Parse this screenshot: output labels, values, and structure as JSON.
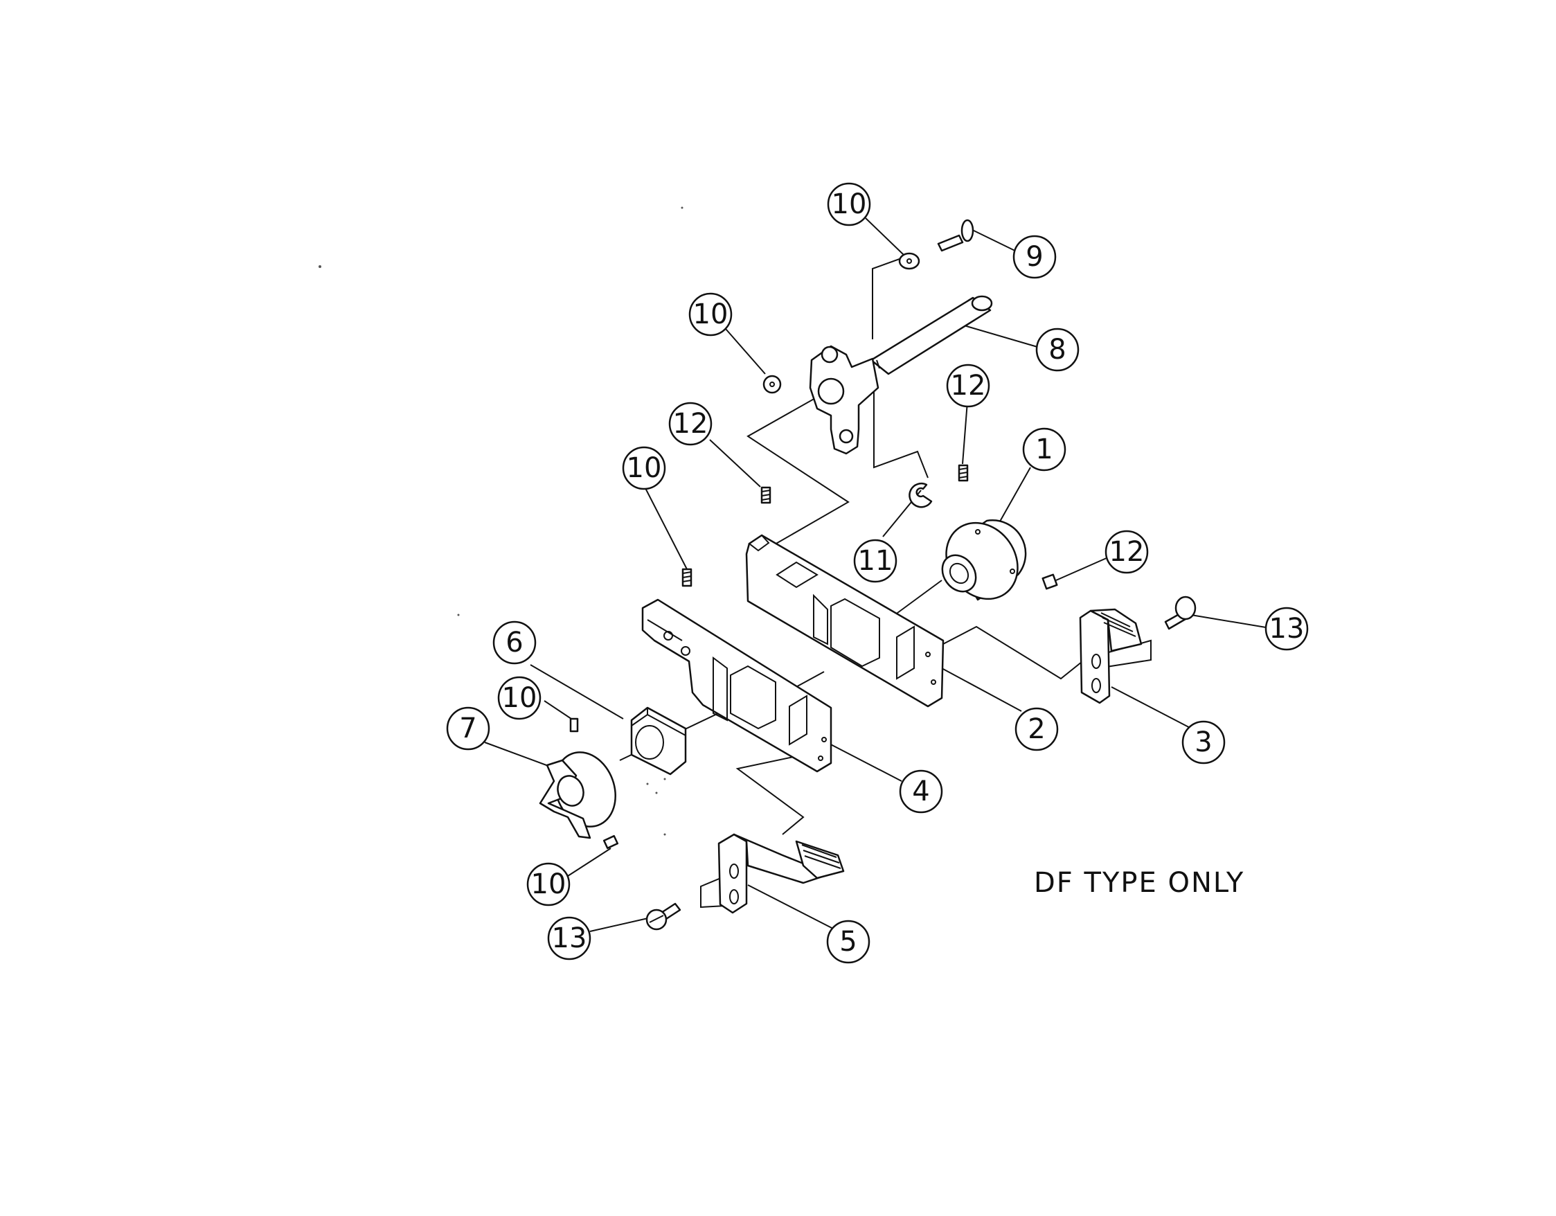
{
  "diagram": {
    "note": "DF TYPE ONLY",
    "callouts": [
      {
        "id": "c1",
        "label": "1"
      },
      {
        "id": "c2",
        "label": "2"
      },
      {
        "id": "c3",
        "label": "3"
      },
      {
        "id": "c4",
        "label": "4"
      },
      {
        "id": "c5",
        "label": "5"
      },
      {
        "id": "c6",
        "label": "6"
      },
      {
        "id": "c7",
        "label": "7"
      },
      {
        "id": "c8",
        "label": "8"
      },
      {
        "id": "c9",
        "label": "9"
      },
      {
        "id": "c10a",
        "label": "10"
      },
      {
        "id": "c10b",
        "label": "10"
      },
      {
        "id": "c10c",
        "label": "10"
      },
      {
        "id": "c10d",
        "label": "10"
      },
      {
        "id": "c10e",
        "label": "10"
      },
      {
        "id": "c11",
        "label": "11"
      },
      {
        "id": "c12a",
        "label": "12"
      },
      {
        "id": "c12b",
        "label": "12"
      },
      {
        "id": "c12c",
        "label": "12"
      },
      {
        "id": "c13a",
        "label": "13"
      },
      {
        "id": "c13b",
        "label": "13"
      }
    ]
  }
}
